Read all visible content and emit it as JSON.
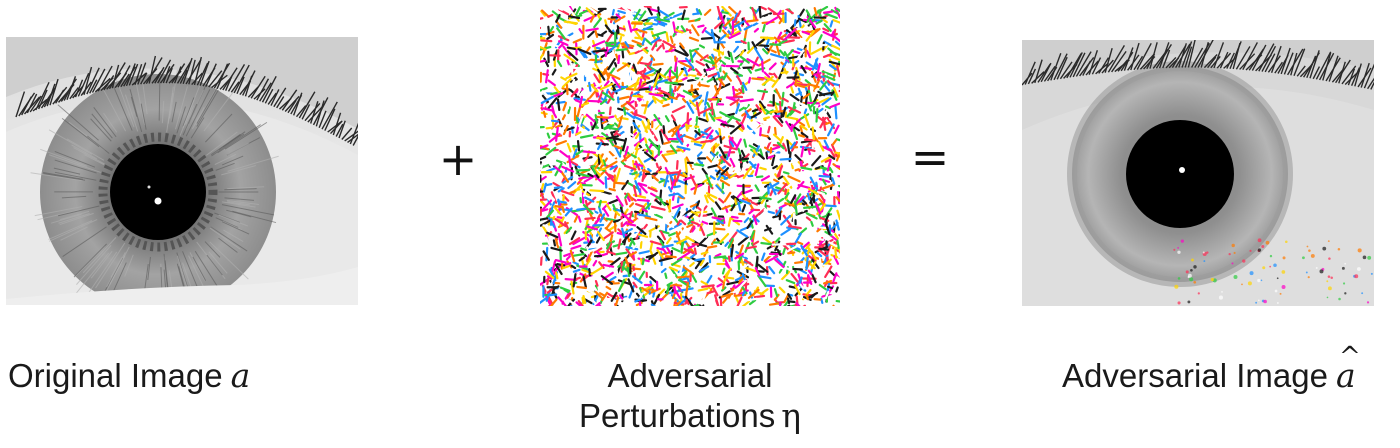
{
  "panels": {
    "original": {
      "caption": "Original Image",
      "symbol": "a"
    },
    "noise": {
      "caption_line1": "Adversarial",
      "caption_line2": "Perturbations",
      "symbol": "η"
    },
    "adversarial": {
      "caption": "Adversarial Image",
      "symbol": "a"
    }
  },
  "operators": {
    "plus": "+",
    "equals": "="
  },
  "colors": {
    "noise_palette": [
      "#1a1a1a",
      "#ff2d55",
      "#ffd400",
      "#1e90ff",
      "#2ecc40",
      "#ff00c8",
      "#ffffff",
      "#ff7a00"
    ],
    "iris_gray": "#9a9a9a",
    "pupil": "#000000"
  }
}
